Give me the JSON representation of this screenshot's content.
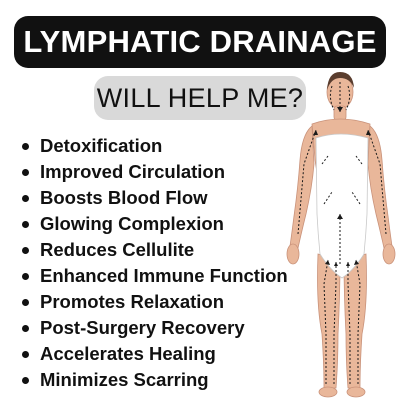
{
  "header": {
    "title": "LYMPHATIC DRAINAGE",
    "subtitle": "WILL HELP ME?"
  },
  "benefits": [
    "Detoxification",
    "Improved Circulation",
    "Boosts Blood Flow",
    "Glowing Complexion",
    "Reduces Cellulite",
    "Enhanced Immune Function",
    "Promotes Relaxation",
    "Post-Surgery Recovery",
    "Accelerates Healing",
    "Minimizes Scarring"
  ],
  "illustration": {
    "icon": "body-lymphatic-flow-diagram",
    "skin_color": "#e9b79a",
    "garment_color": "#ffffff",
    "arrow_color": "#1a1a1a"
  }
}
